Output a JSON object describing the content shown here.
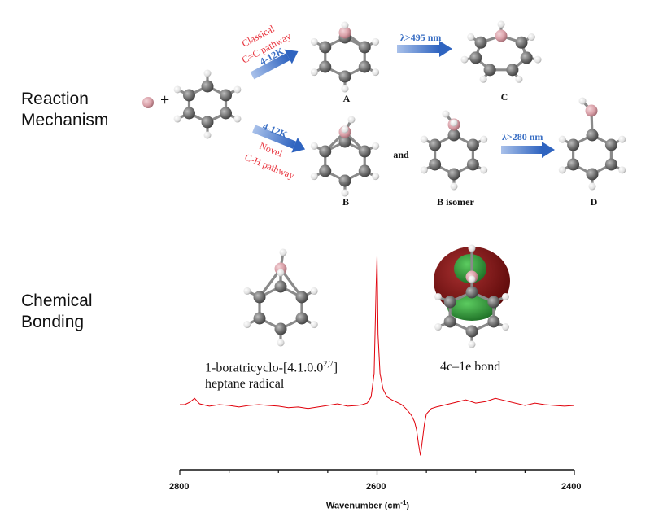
{
  "sections": {
    "reaction": [
      "Reaction",
      "Mechanism"
    ],
    "bonding": [
      "Chemical",
      "Bonding"
    ]
  },
  "arrows": {
    "top_left_label": "4-12K",
    "top_left_caption": [
      "Classical",
      "C=C pathway"
    ],
    "top_right_label": "λ>495 nm",
    "bottom_left_label": "4-12K",
    "bottom_left_caption": [
      "Novel",
      "C-H pathway"
    ],
    "bottom_right_label": "λ>280 nm"
  },
  "species": {
    "A": "A",
    "B": "B",
    "C": "C",
    "D": "D",
    "B_isomer": "B isomer",
    "and": "and"
  },
  "plus": "+",
  "captions": {
    "left_line1": "1-boratricyclo-[4.1.0.0",
    "left_sup": "2,7",
    "left_line1_end": "]",
    "left_line2": "heptane radical",
    "right": "4c–1e bond"
  },
  "colors": {
    "red_text": "#e8323c",
    "arrow_blue": "#3a6fc4",
    "spectrum": "#e0000a",
    "boron": "#d9a0a8",
    "carbon": "#6b6b6b",
    "hydrogen": "#e6e6e6",
    "orbital_red": "#7a0f0f",
    "orbital_green": "#2f9a3a"
  },
  "chart_data": {
    "type": "line",
    "title": "",
    "xlabel": "Wavenumber (cm",
    "xlabel_sup": "-1",
    "xlabel_end": ")",
    "ylabel": "",
    "xlim": [
      2800,
      2400
    ],
    "ticks": [
      2800,
      2600,
      2400
    ],
    "x": [
      2800,
      2795,
      2790,
      2785,
      2780,
      2770,
      2760,
      2750,
      2740,
      2730,
      2720,
      2710,
      2700,
      2690,
      2680,
      2670,
      2660,
      2650,
      2640,
      2630,
      2620,
      2615,
      2610,
      2606,
      2603,
      2601,
      2600,
      2599,
      2597,
      2594,
      2590,
      2585,
      2580,
      2575,
      2570,
      2565,
      2562,
      2560,
      2558,
      2556,
      2554,
      2552,
      2550,
      2545,
      2540,
      2530,
      2520,
      2510,
      2500,
      2490,
      2480,
      2470,
      2460,
      2450,
      2440,
      2430,
      2420,
      2410,
      2400
    ],
    "y": [
      0,
      0,
      3,
      8,
      1,
      -2,
      0,
      -1,
      -3,
      -1,
      0,
      -1,
      -2,
      -4,
      -3,
      -5,
      -3,
      -1,
      1,
      -2,
      -1,
      0,
      2,
      10,
      40,
      150,
      190,
      90,
      40,
      20,
      10,
      6,
      3,
      0,
      -6,
      -14,
      -22,
      -32,
      -50,
      -65,
      -45,
      -25,
      -12,
      -5,
      -3,
      0,
      3,
      6,
      2,
      4,
      8,
      5,
      2,
      -1,
      2,
      0,
      -1,
      -2,
      -1
    ]
  }
}
